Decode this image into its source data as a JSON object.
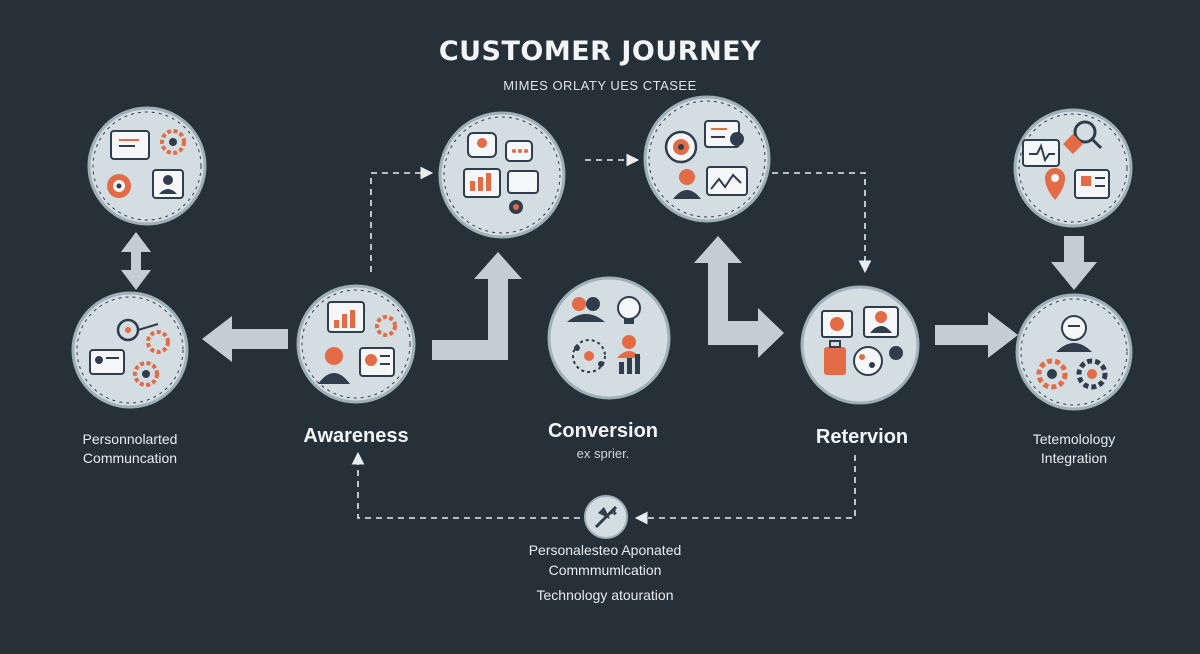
{
  "header": {
    "title": "CUSTOMER JOURNEY",
    "subtitle": "MIMES ORLATY UES CTASEE"
  },
  "nodes": {
    "awareness": {
      "label": "Awareness"
    },
    "conversion": {
      "label": "Conversion",
      "sub": "ex sprier."
    },
    "retention": {
      "label": "Retervion"
    },
    "left": {
      "line1": "Personnolarted",
      "line2": "Communcation"
    },
    "right": {
      "line1": "Tetemolology",
      "line2": "Integration"
    }
  },
  "bottom": {
    "line1": "Personalesteo Aponated",
    "line2": "Commmumlcation",
    "line3": "Technology atouration"
  },
  "colors": {
    "background": "#263039",
    "circle_fill": "#d3dde2",
    "circle_ring": "#9fb0b9",
    "icon_navy": "#2f3d4c",
    "accent_orange": "#e36b45",
    "arrow": "#c3cdd3"
  }
}
